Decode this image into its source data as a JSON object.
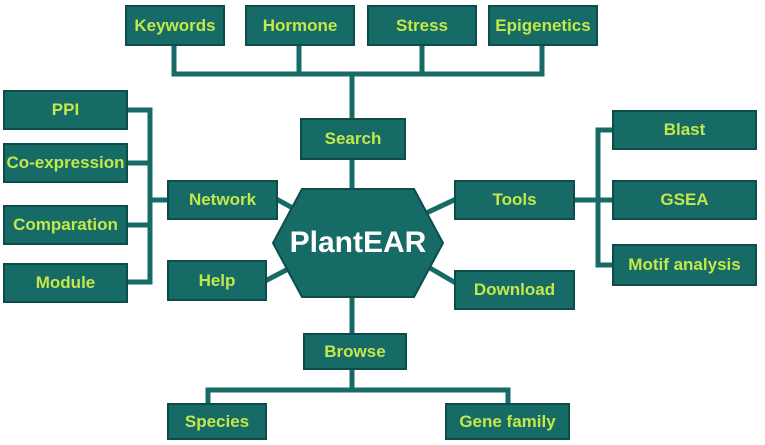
{
  "center": {
    "label": "PlantEAR"
  },
  "search": {
    "label": "Search",
    "children": [
      "Keywords",
      "Hormone",
      "Stress",
      "Epigenetics"
    ]
  },
  "network": {
    "label": "Network",
    "children": [
      "PPI",
      "Co-expression",
      "Comparation",
      "Module"
    ]
  },
  "tools": {
    "label": "Tools",
    "children": [
      "Blast",
      "GSEA",
      "Motif analysis"
    ]
  },
  "browse": {
    "label": "Browse",
    "children": [
      "Species",
      "Gene family"
    ]
  },
  "help": {
    "label": "Help"
  },
  "download": {
    "label": "Download"
  },
  "colors": {
    "node_fill": "#166b66",
    "node_border": "#0d4d49",
    "node_text": "#c4e74a",
    "center_text": "#ffffff",
    "connector": "#166b66"
  }
}
